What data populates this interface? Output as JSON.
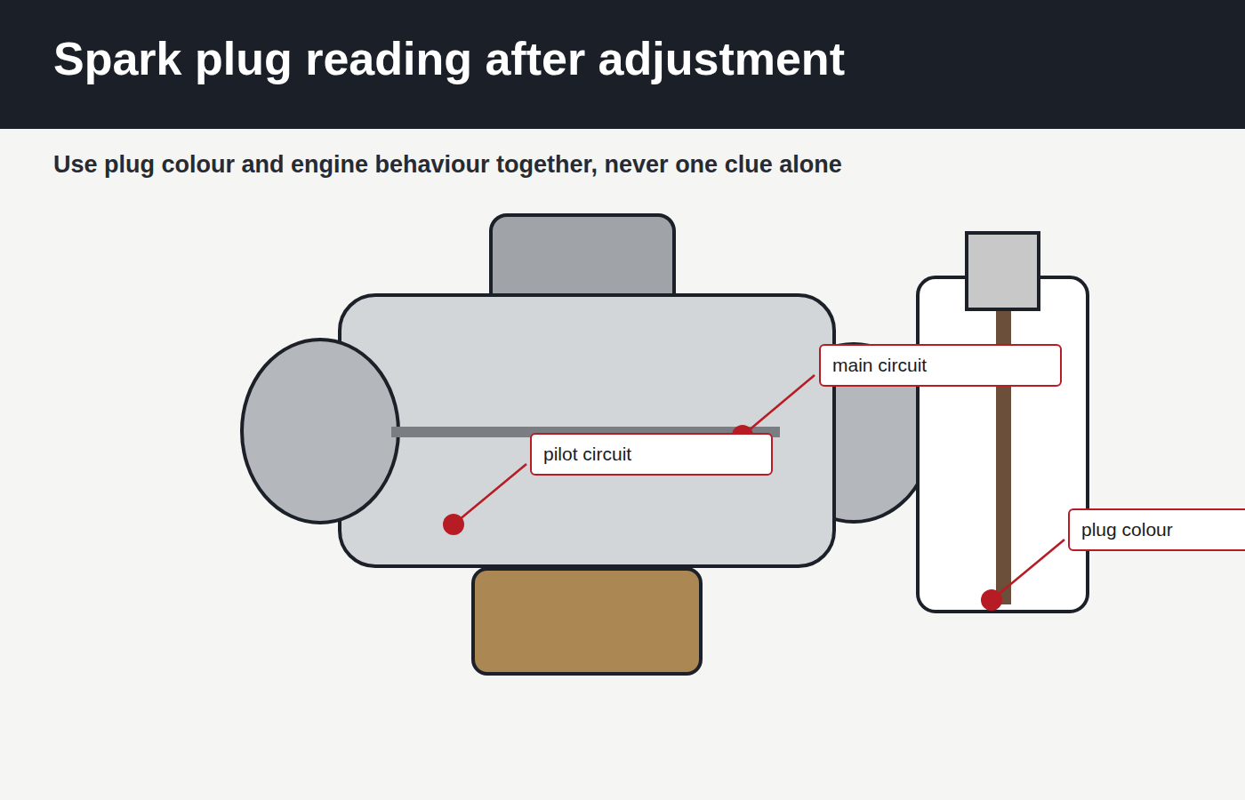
{
  "diagram": {
    "title": "Spark plug reading after adjustment",
    "caption": "Use plug colour and engine behaviour together, never one clue alone",
    "nodes": [
      {
        "text": [
          "main circuit"
        ]
      },
      {
        "text": [
          "pilot circuit"
        ]
      },
      {
        "text": [
          "plug colour"
        ]
      }
    ]
  }
}
